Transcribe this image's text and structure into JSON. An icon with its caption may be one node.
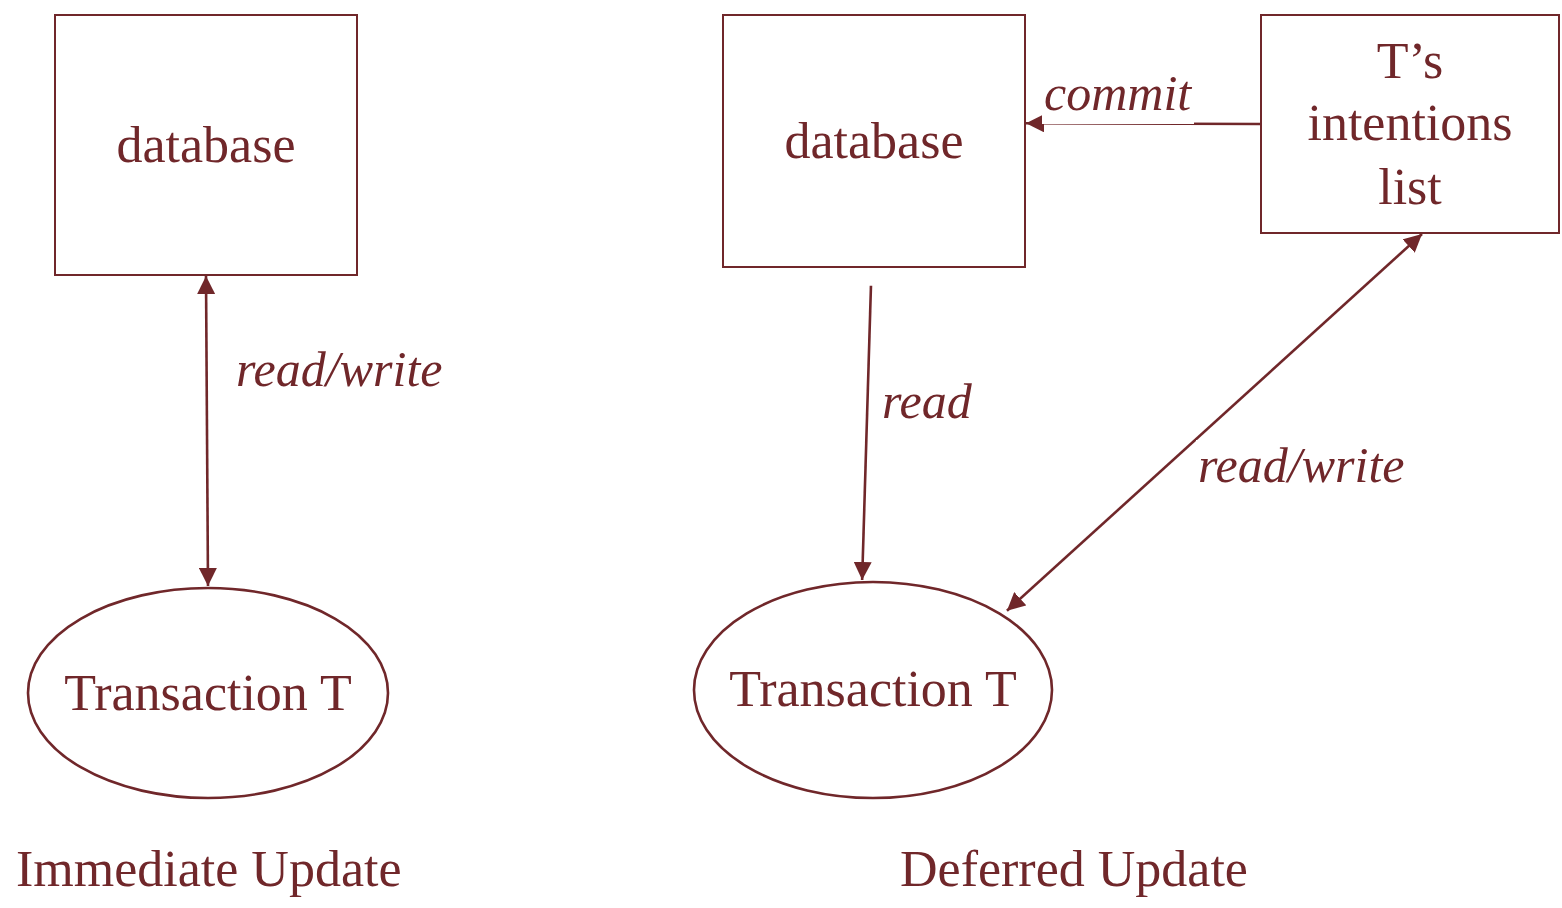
{
  "diagram": {
    "nodes": [
      {
        "text": [
          "database"
        ]
      },
      {
        "text": [
          "Transaction T"
        ]
      },
      {
        "text": [
          "database"
        ]
      },
      {
        "text": [
          "T’s intentions list"
        ]
      },
      {
        "text": [
          "Transaction T"
        ]
      }
    ],
    "edges": [
      {
        "from": 0,
        "to": 1,
        "arrow": "both",
        "label": "read/write"
      },
      {
        "from": 3,
        "to": 2,
        "arrow": "to",
        "label": "commit"
      },
      {
        "from": 2,
        "to": 4,
        "arrow": "to",
        "label": "read"
      },
      {
        "from": 3,
        "to": 4,
        "arrow": "both",
        "label": "read/write"
      }
    ],
    "labels": [
      "Immediate Update",
      "Deferred Update"
    ]
  }
}
